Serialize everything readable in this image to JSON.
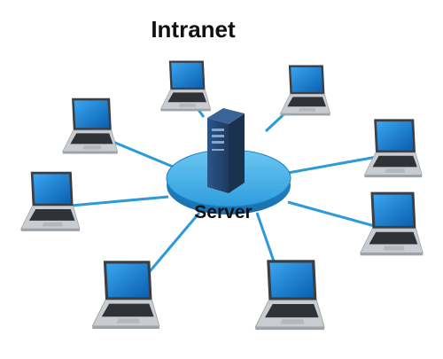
{
  "title": "Intranet",
  "server": {
    "label": "Server"
  },
  "laptop_count": 8,
  "colors": {
    "link": "#2b9ad8",
    "hub_top": "#4bb6ec",
    "hub_edge": "#1f82c4",
    "server_front": "#26466f",
    "server_side": "#1a3150",
    "laptop_body": "#c9ccd0",
    "laptop_screen": "#0b79d0"
  }
}
